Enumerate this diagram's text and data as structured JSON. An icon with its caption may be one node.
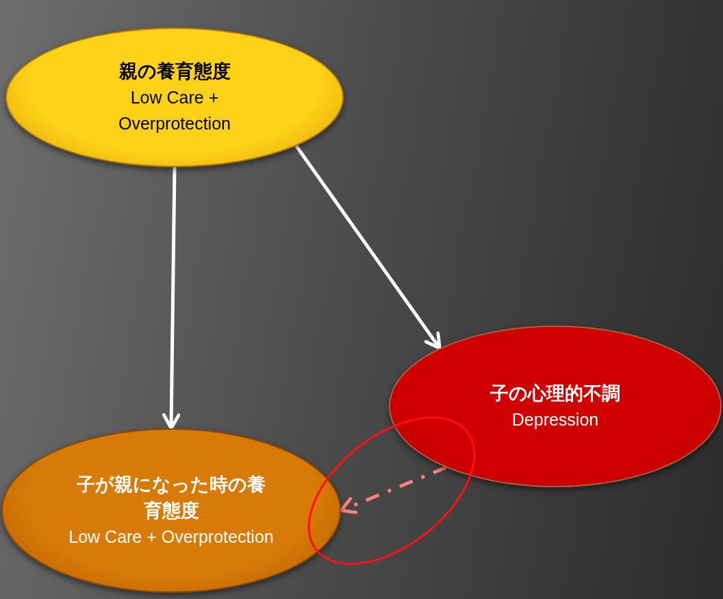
{
  "diagram": {
    "nodes": [
      {
        "text": [
          "親の養育態度",
          "Low Care + Overprotection"
        ]
      },
      {
        "text": [
          "子の心理的不調",
          "Depression"
        ]
      },
      {
        "text": [
          "子が親になった時の養育態度",
          "Low Care + Overprotection"
        ]
      }
    ],
    "edges": [
      {
        "from": 0,
        "to": 2,
        "arrow": "to"
      },
      {
        "from": 0,
        "to": 1,
        "arrow": "to"
      },
      {
        "from": 1,
        "to": 2,
        "arrow": "to",
        "style": "dashed",
        "color": "#ff8080"
      }
    ]
  }
}
